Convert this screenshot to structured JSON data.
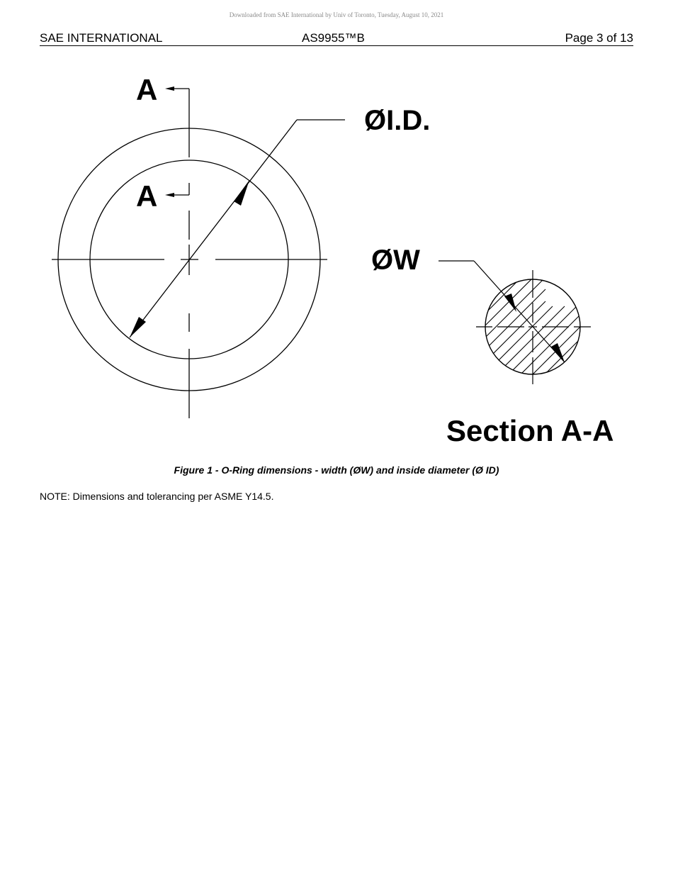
{
  "watermark": "Downloaded from SAE International by Univ of Toronto, Tuesday, August 10, 2021",
  "header": {
    "left": "SAE INTERNATIONAL",
    "center": "AS9955™B",
    "right": "Page 3 of 13"
  },
  "figure": {
    "labels": {
      "section_arrow_top": "A",
      "section_arrow_bottom": "A",
      "inside_diameter": "ØI.D.",
      "width": "ØW",
      "section_title": "Section A-A"
    },
    "caption": "Figure 1 - O-Ring dimensions - width (ØW) and inside diameter (Ø ID)"
  },
  "note": "NOTE:  Dimensions and tolerancing per ASME Y14.5."
}
